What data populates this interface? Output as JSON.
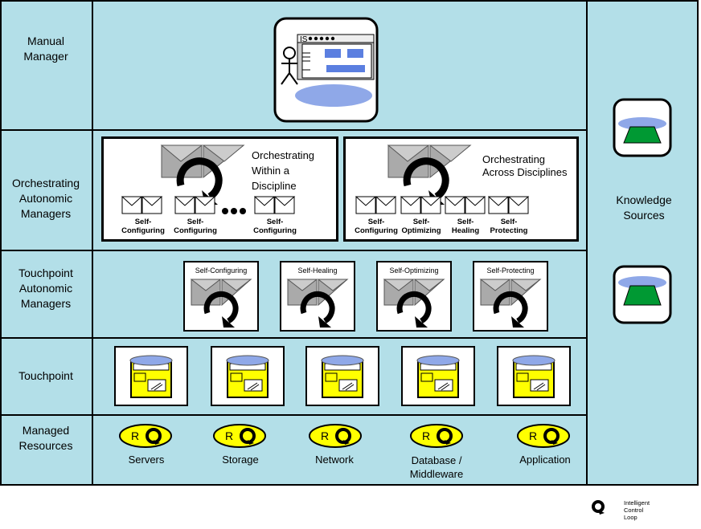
{
  "layers": {
    "manual_manager": "Manual\nManager",
    "orchestrating": "Orchestrating\nAutonomic\nManagers",
    "touchpoint_managers": "Touchpoint\nAutonomic\nManagers",
    "touchpoint": "Touchpoint",
    "managed_resources": "Managed\nResources"
  },
  "knowledge": {
    "label": "Knowledge\nSources"
  },
  "manual_screen": {
    "title": "IS"
  },
  "orchestration": {
    "within": {
      "title": "Orchestrating\nWithin a\nDiscipline",
      "items": [
        "Self-\nConfiguring",
        "Self-\nConfiguring",
        "Self-\nConfiguring"
      ]
    },
    "across": {
      "title": "Orchestrating\nAcross  Disciplines",
      "items": [
        "Self-\nConfiguring",
        "Self-\nOptimizing",
        "Self-\nHealing",
        "Self-\nProtecting"
      ]
    }
  },
  "touchpoint_managers": [
    "Self-Configuring",
    "Self-Healing",
    "Self-Optimizing",
    "Self-Protecting"
  ],
  "resources": {
    "badge": "R",
    "items": [
      "Servers",
      "Storage",
      "Network",
      "Database /\nMiddleware",
      "Application"
    ]
  },
  "legend": {
    "label": "Intelligent\nControl\nLoop",
    "icon": "control-loop-icon"
  },
  "colors": {
    "panel": "#b3dfe8",
    "resource": "#ffff00",
    "knowledge": "#009933",
    "disk": "#8fa8e8"
  }
}
